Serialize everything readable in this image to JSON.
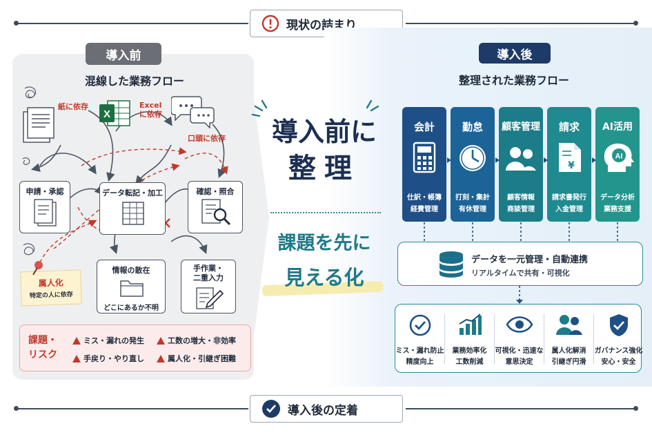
{
  "top_banner": {
    "icon": "exclamation-circle-icon",
    "label": "現状の詰まり"
  },
  "bottom_banner": {
    "icon": "check-circle-icon",
    "label": "導入後の定着"
  },
  "before": {
    "tag": "導入前",
    "title": "混線した業務フロー",
    "paper_label": "紙に依存",
    "excel_label_1": "Excel",
    "excel_label_2": "に依存",
    "oral_label": "口頭に依存",
    "boxes": {
      "apply": "申請・承認",
      "transfer": "データ転記・加工",
      "check": "確認・照合",
      "scatter_title": "情報の散在",
      "scatter_sub": "どこにあるか不明",
      "manual_1": "手作業・",
      "manual_2": "二重入力"
    },
    "note_title": "属人化",
    "note_sub": "特定の人に依存",
    "risk_label_1": "課題・",
    "risk_label_2": "リスク",
    "risks": [
      "ミス・漏れの発生",
      "工数の増大・非効率",
      "手戻り・やり直し",
      "属人化・引継ぎ困難"
    ]
  },
  "center": {
    "title_1": "導入前に",
    "title_2": "整理",
    "sub_1": "課題を先に",
    "sub_2": "見える化"
  },
  "after": {
    "tag": "導入後",
    "title": "整理された業務フロー",
    "modules": [
      {
        "title": "会計",
        "icon": "calculator-icon",
        "line1": "仕訳・帳簿",
        "line2": "経費管理",
        "color": "#1e4f86"
      },
      {
        "title": "勤怠",
        "icon": "clock-icon",
        "line1": "打刻・集計",
        "line2": "有休管理",
        "color": "#1c6397"
      },
      {
        "title": "顧客管理",
        "icon": "users-icon",
        "line1": "顧客情報",
        "line2": "商談管理",
        "color": "#1c7c88"
      },
      {
        "title": "請求",
        "icon": "invoice-icon",
        "line1": "請求書発行",
        "line2": "入金管理",
        "color": "#1f8a8f"
      },
      {
        "title": "AI活用",
        "icon": "ai-head-icon",
        "line1": "データ分析",
        "line2": "業務支援",
        "color": "#23958d"
      }
    ],
    "db_title": "データを一元管理・自動連携",
    "db_sub": "リアルタイムで共有・可視化",
    "effects": [
      {
        "icon": "check-circle-icon",
        "line1": "ミス・漏れ防止",
        "line2": "精度向上"
      },
      {
        "icon": "bar-chart-icon",
        "line1": "業務効率化",
        "line2": "工数削減"
      },
      {
        "icon": "eye-icon",
        "line1": "可視化・迅速な",
        "line2": "意思決定"
      },
      {
        "icon": "users-icon",
        "line1": "属人化解消",
        "line2": "引継ぎ円滑"
      },
      {
        "icon": "shield-check-icon",
        "line1": "ガバナンス強化",
        "line2": "安心・安全"
      }
    ]
  }
}
